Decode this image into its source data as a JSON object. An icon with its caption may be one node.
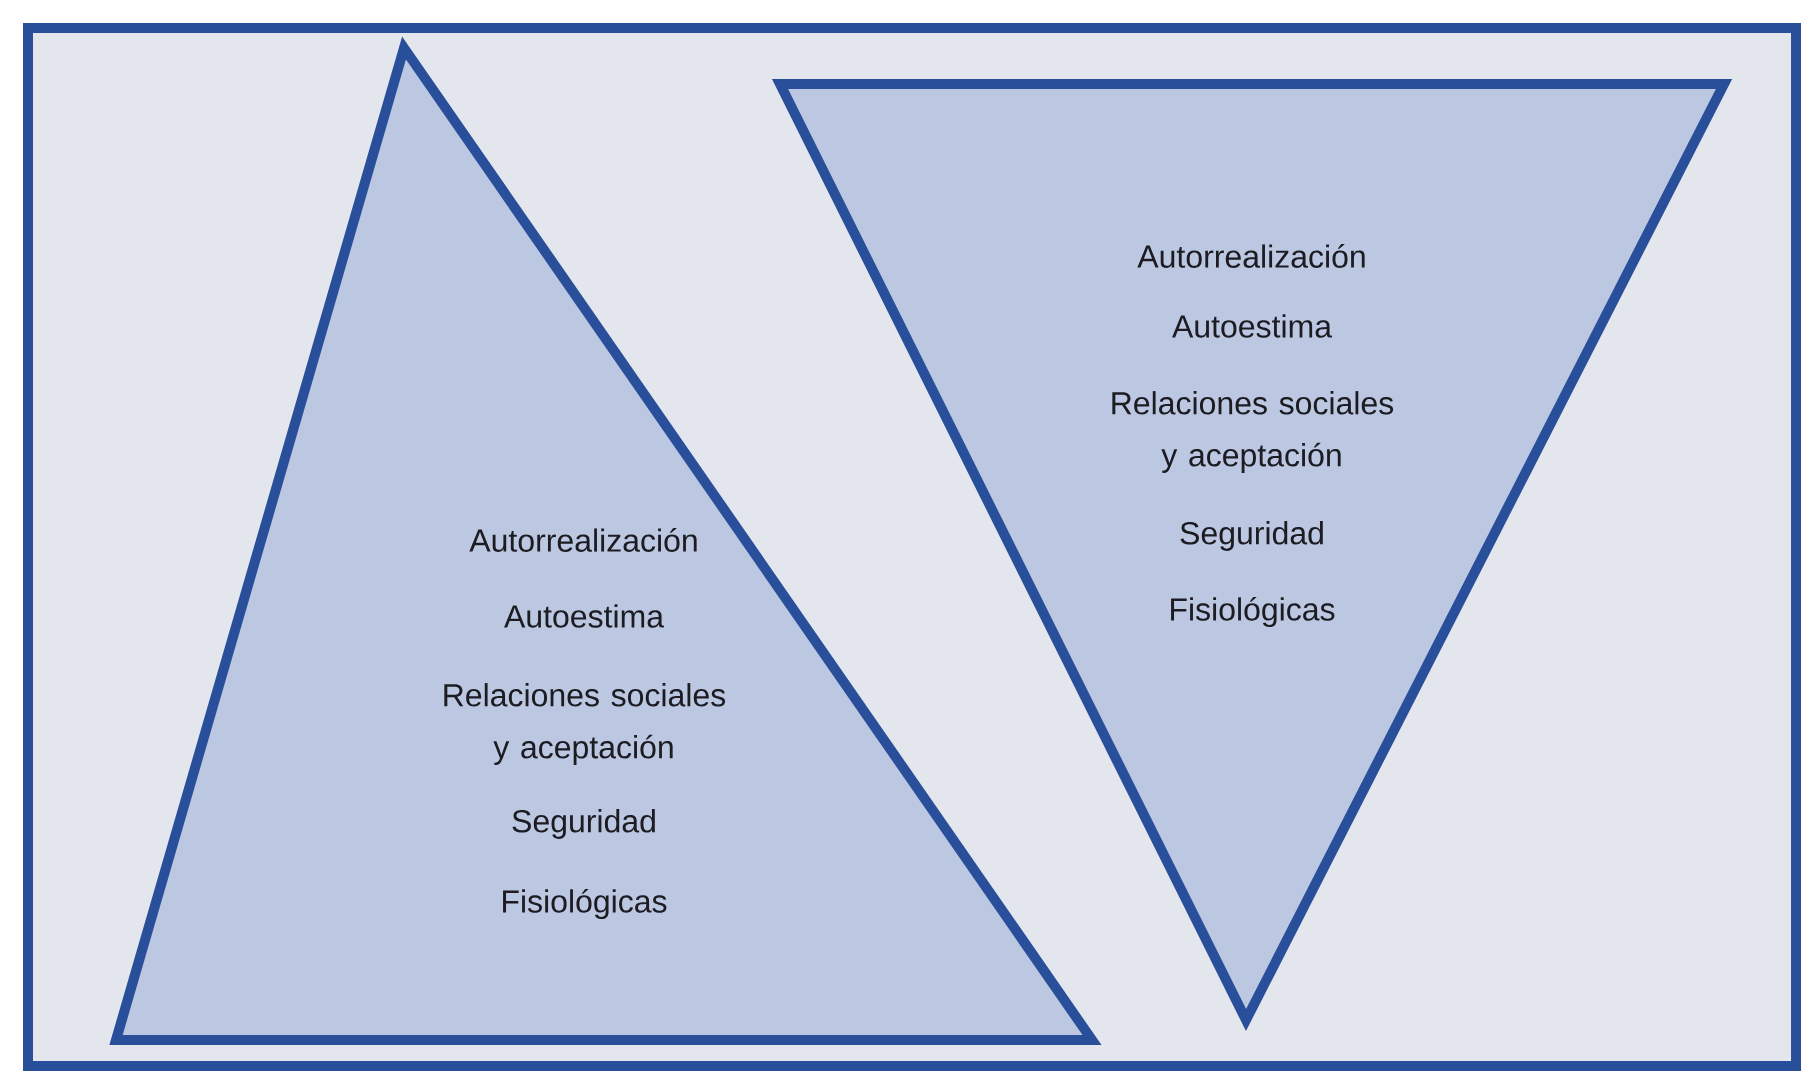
{
  "diagram": {
    "nodes": [
      {
        "text": [
          "Autorrealización",
          "Autoestima",
          "Relaciones sociales y aceptación",
          "Seguridad",
          "Fisiológicas"
        ]
      },
      {
        "text": [
          "Autorrealización",
          "Autoestima",
          "Relaciones sociales y aceptación",
          "Seguridad",
          "Fisiológicas"
        ]
      }
    ]
  }
}
